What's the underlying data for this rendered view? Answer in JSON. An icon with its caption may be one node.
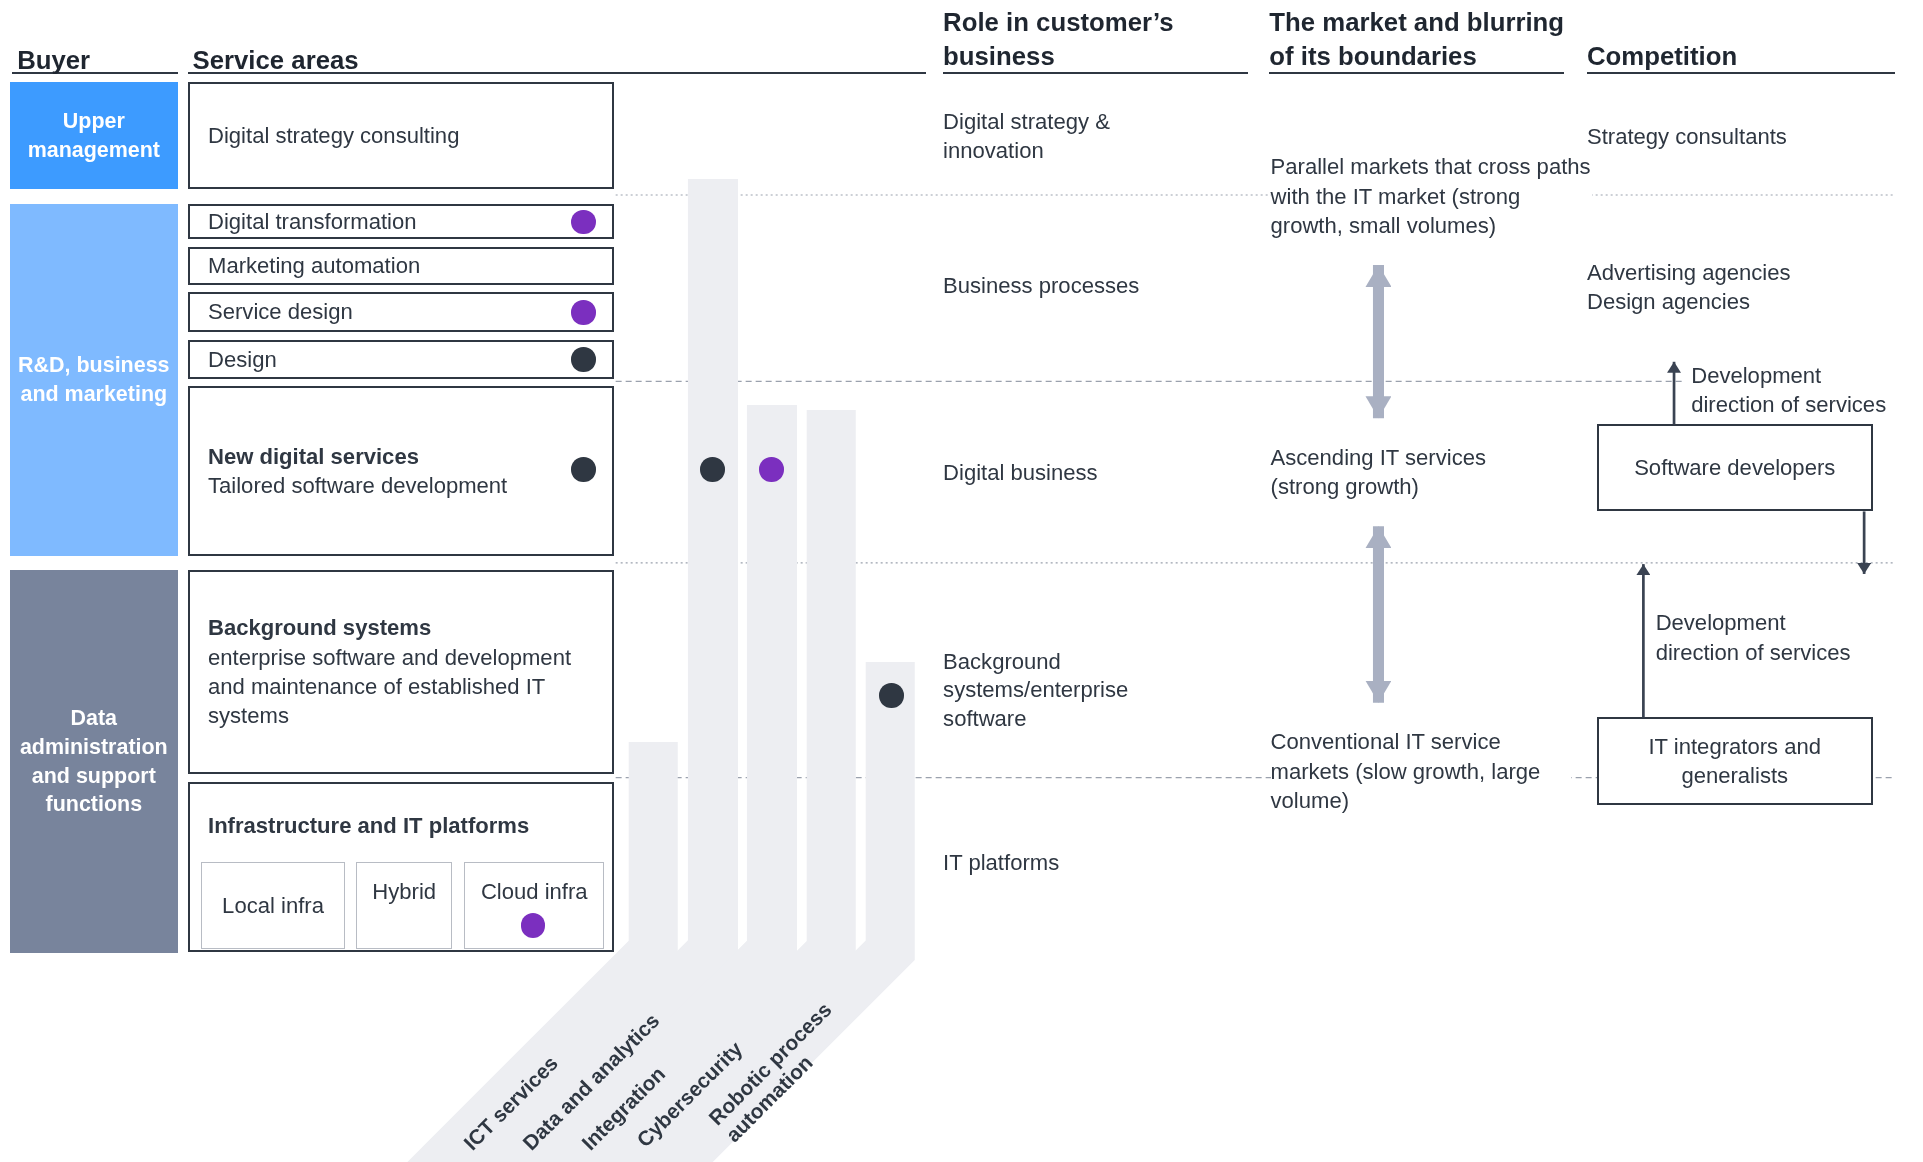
{
  "diagram": {
    "nodes": [
      {
        "text": [
          "Upper management"
        ]
      },
      {
        "text": [
          "R&D, business and marketing"
        ]
      },
      {
        "text": [
          "Data administration and support functions"
        ]
      },
      {
        "text": [
          "Digital strategy consulting"
        ]
      },
      {
        "text": [
          "Digital transformation"
        ]
      },
      {
        "text": [
          "Marketing automation"
        ]
      },
      {
        "text": [
          "Service design"
        ]
      },
      {
        "text": [
          "Design"
        ]
      },
      {
        "text": [
          "New digital services",
          "Tailored software development"
        ]
      },
      {
        "text": [
          "Background systems",
          "enterprise software and development and maintenance of established IT systems"
        ]
      },
      {
        "text": [
          "Infrastructure and IT platforms"
        ]
      },
      {
        "text": [
          "Local infra"
        ],
        "in": 10
      },
      {
        "text": [
          "Hybrid"
        ],
        "in": 10
      },
      {
        "text": [
          "Cloud infra"
        ],
        "in": 10
      },
      {
        "text": [
          "ICT services"
        ]
      },
      {
        "text": [
          "Data and analytics"
        ]
      },
      {
        "text": [
          "Integration"
        ]
      },
      {
        "text": [
          "Cybersecurity"
        ]
      },
      {
        "text": [
          "Robotic process automation"
        ]
      },
      {
        "text": [
          "Software developers"
        ]
      },
      {
        "text": [
          "IT integrators and generalists"
        ]
      },
      {
        "text": [
          "Parallel markets that cross paths with the IT market (strong growth, small volumes)"
        ]
      },
      {
        "text": [
          "Ascending IT services (strong growth)"
        ]
      },
      {
        "text": [
          "Conventional IT service markets (slow growth, large volume)"
        ]
      }
    ],
    "edges": [
      {
        "from": 19,
        "to": null,
        "arrow": "to",
        "label": "Development direction of services"
      },
      {
        "from": 19,
        "to": null,
        "arrow": "to"
      },
      {
        "from": 20,
        "to": null,
        "arrow": "to",
        "label": "Development direction of services"
      },
      {
        "from": 21,
        "to": 22,
        "arrow": "both",
        "style": "thick",
        "color": "#a9b0c2"
      },
      {
        "from": 22,
        "to": 23,
        "arrow": "both",
        "style": "thick",
        "color": "#a9b0c2"
      }
    ],
    "labels": [
      "Buyer",
      "Service areas",
      "Role in customer’s business",
      "The market and blurring of its boundaries",
      "Competition",
      "Digital strategy & innovation",
      "Strategy consultants",
      "Business processes",
      "Advertising agencies",
      "Design agencies",
      "Digital business",
      "Background systems/enterprise software",
      "IT platforms"
    ]
  }
}
